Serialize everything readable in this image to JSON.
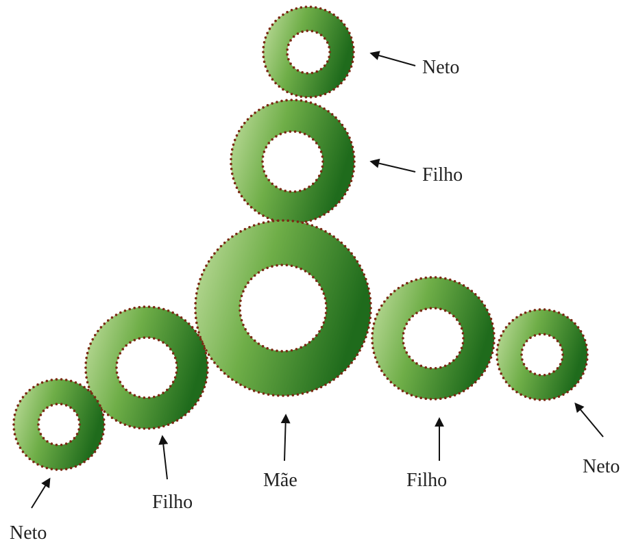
{
  "colors": {
    "ring_light": "#c4e0a2",
    "ring_mid": "#6fae48",
    "ring_dark": "#1f6b1c",
    "dots": "#7a2a14",
    "arrow": "#111111",
    "background": "#ffffff"
  },
  "rings": [
    {
      "role": "neto",
      "label": "Neto"
    },
    {
      "role": "filho",
      "label": "Filho"
    },
    {
      "role": "mae",
      "label": "Mãe"
    },
    {
      "role": "filho",
      "label": "Filho"
    },
    {
      "role": "neto",
      "label": "Neto"
    },
    {
      "role": "filho",
      "label": "Filho"
    },
    {
      "role": "neto",
      "label": "Neto"
    }
  ]
}
